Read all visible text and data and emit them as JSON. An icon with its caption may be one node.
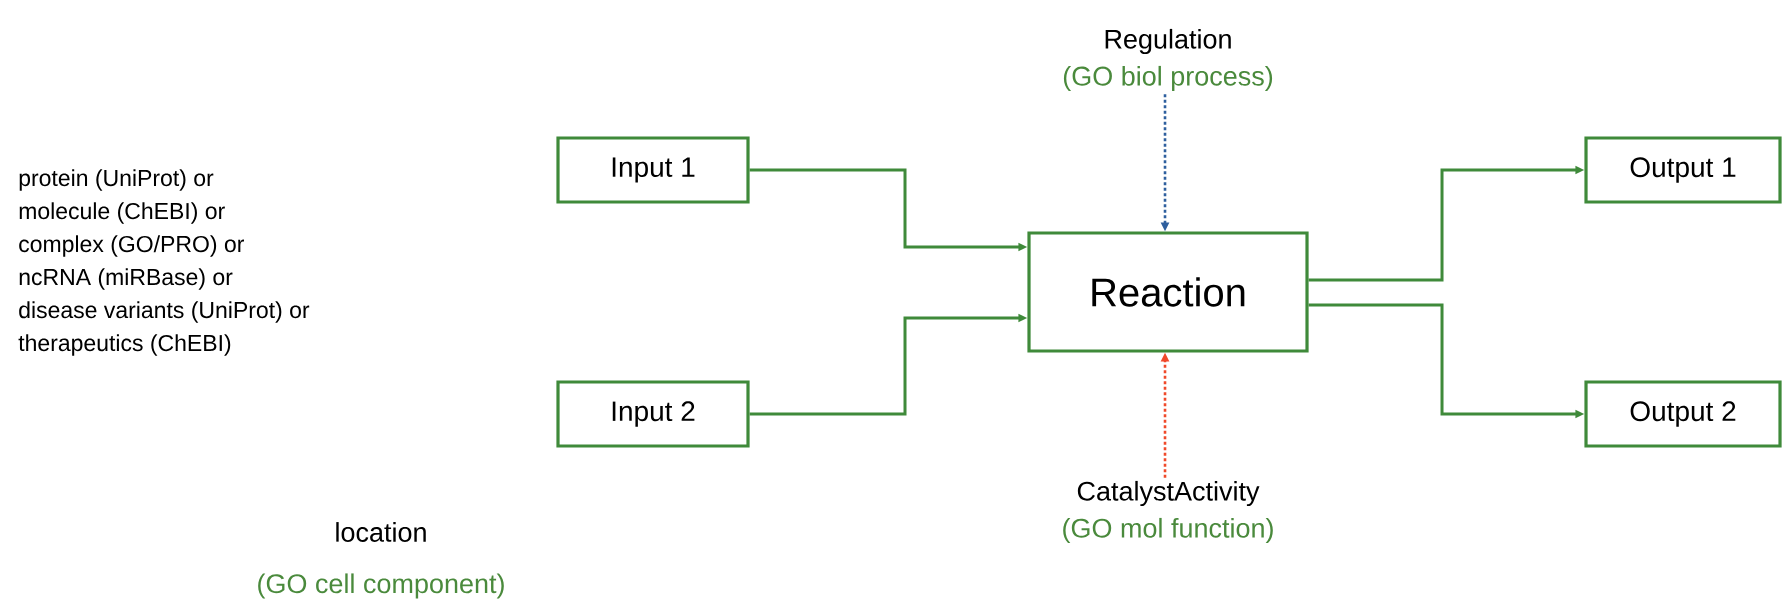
{
  "diagram": {
    "nodes": [
      {
        "text": [
          "Input 1"
        ]
      },
      {
        "text": [
          "Input 2"
        ]
      },
      {
        "text": [
          "Reaction"
        ]
      },
      {
        "text": [
          "Output 1"
        ]
      },
      {
        "text": [
          "Output 2"
        ]
      },
      {
        "text": [
          "Regulation",
          "(GO biol process)"
        ]
      },
      {
        "text": [
          "CatalystActivity",
          "(GO mol function)"
        ]
      }
    ],
    "edges": [
      {
        "from": 0,
        "to": 2,
        "arrow": "to"
      },
      {
        "from": 1,
        "to": 2,
        "arrow": "to"
      },
      {
        "from": 2,
        "to": 3,
        "arrow": "to"
      },
      {
        "from": 2,
        "to": 4,
        "arrow": "to"
      },
      {
        "from": 5,
        "to": 2,
        "arrow": "to",
        "style": "dashed",
        "color": "#2e5f9e"
      },
      {
        "from": 6,
        "to": 2,
        "arrow": "to",
        "style": "dashed",
        "color": "#f0492a"
      }
    ],
    "labels": [
      "protein (UniProt) or",
      "molecule (ChEBI) or",
      "complex (GO/PRO) or",
      "ncRNA (miRBase) or",
      "disease variants (UniProt) or",
      "therapeutics (ChEBI)",
      "location",
      "(GO cell component)"
    ]
  }
}
